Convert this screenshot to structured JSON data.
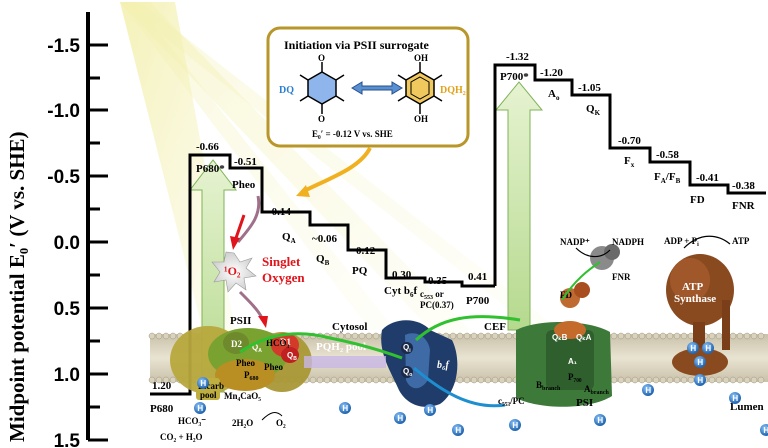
{
  "axis": {
    "ylabel": "Midpoint potential E₀′ (V vs. SHE)",
    "ticks": [
      "-1.5",
      "-1.0",
      "-0.5",
      "0.0",
      "0.5",
      "1.0",
      "1.5"
    ]
  },
  "levels": {
    "p680_ground_val": "1.20",
    "p680_ground": "P680",
    "p680star_val": "-0.66",
    "p680star": "P680*",
    "pheo_val": "-0.51",
    "pheo": "Pheo",
    "qa_val": "-0.14",
    "qa": "Q",
    "qb_val": "~0.06",
    "qb": "Q",
    "pq_val": "0.12",
    "pq": "PQ",
    "cyt_val": "0.30",
    "cyt": "Cyt b",
    "pc_val": "0.35",
    "pc_a": "c",
    "pc_b": "or",
    "pc_c": "PC(0.37)",
    "p700_val": "0.41",
    "p700": "P700",
    "p700star_val": "-1.32",
    "p700star": "P700*",
    "a0_val": "-1.20",
    "a0": "A",
    "qk_val": "-1.05",
    "qk": "Q",
    "fx_val": "-0.70",
    "fx": "F",
    "fafb_val": "-0.58",
    "fafb": "F",
    "fd_val": "-0.41",
    "fd": "FD",
    "fnr_val": "-0.38",
    "fnr": "FNR"
  },
  "inset": {
    "title": "Initiation via PSII surrogate",
    "dq": "DQ",
    "dqh2": "DQH",
    "o1": "O",
    "o2": "O",
    "oh1": "OH",
    "oh2": "OH",
    "potential": "E₀′ = -0.12 V vs. SHE"
  },
  "annotations": {
    "o2_label": "¹O₂",
    "singlet1": "Singlet",
    "singlet2": "Oxygen",
    "psii": "PSII",
    "cytosol": "Cytosol",
    "cef": "CEF",
    "nadp": "NADP⁺",
    "nadph": "NADPH",
    "adp": "ADP + P",
    "atp": "ATP",
    "fd_mem": "FD",
    "fnr_mem": "FNR",
    "atp_synthase1": "ATP",
    "atp_synthase2": "Synthase",
    "pqh2_pool": "PQH₂ pool",
    "c553pc": "c₅₅₃/PC",
    "psi": "PSI",
    "lumen": "Lumen",
    "hco3": "HCO₃⁻",
    "co2": "CO₂ + H₂O",
    "h2o": "2H₂O",
    "o2": "O₂",
    "d1": "D1",
    "d2": "D2",
    "qa_m": "Q",
    "qb_m": "Q",
    "pheo_m1": "Pheo",
    "pheo_m2": "Pheo",
    "p680_m": "P",
    "bicarb": "Bicarb",
    "pool": "pool",
    "mn": "Mn₄CaO₅",
    "hco3_m": "HCO₃",
    "bf": "b₆f",
    "qo": "Q",
    "qi": "Q",
    "p700_m": "P₇₀₀",
    "abranch": "A",
    "bbranch": "B",
    "a1": "A₁",
    "qkb": "QₖB",
    "qka": "QₖA",
    "h": "H"
  }
}
